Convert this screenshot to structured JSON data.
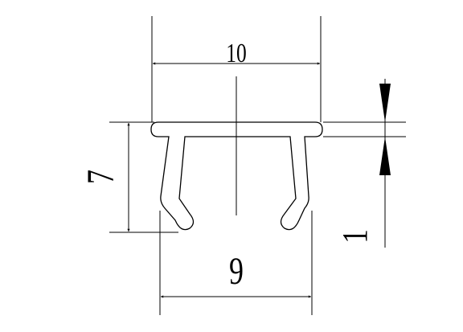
{
  "drawing": {
    "dimensions": {
      "top_width": "10",
      "bottom_width": "9",
      "left_height": "7",
      "right_thickness": "1"
    }
  }
}
